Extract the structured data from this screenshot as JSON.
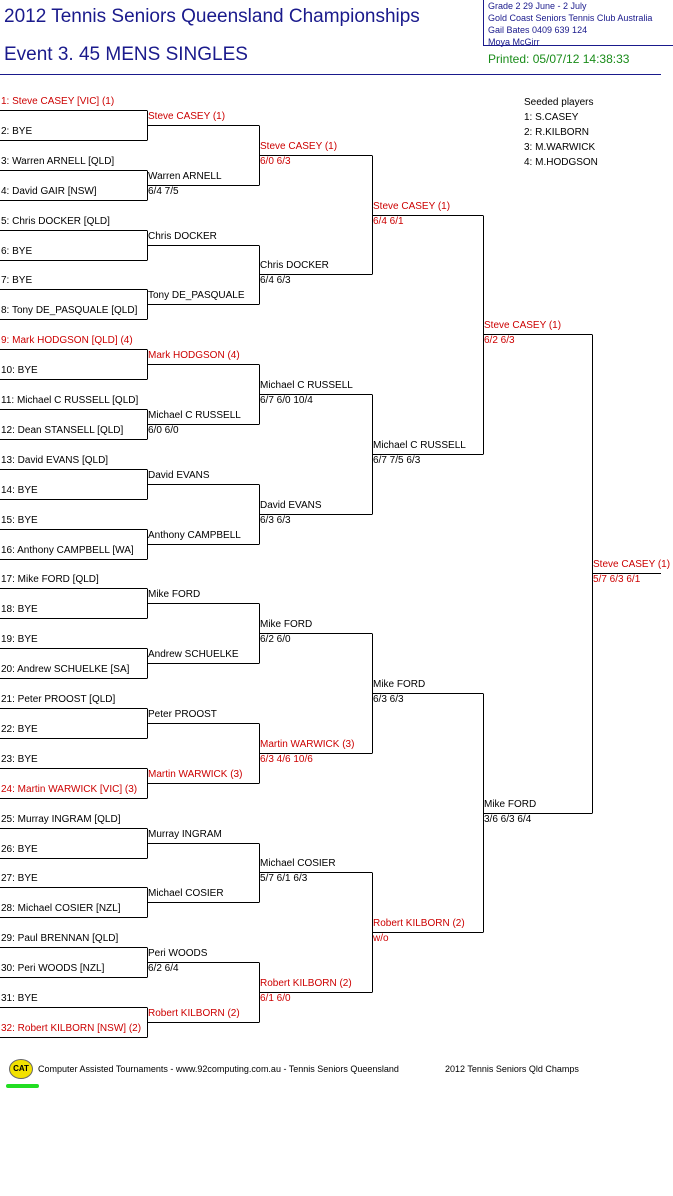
{
  "header": {
    "title": "2012 Tennis Seniors Queensland Championships",
    "event": "Event 3. 45 MENS SINGLES",
    "info": [
      "Grade 2    29 June - 2 July",
      "Gold Coast Seniors Tennis Club    Australia",
      "Gail Bates    0409 639 124",
      "Moya McGirr"
    ],
    "printed": "Printed: 05/07/12 14:38:33"
  },
  "seeded": {
    "title": "Seeded players",
    "items": [
      "1: S.CASEY",
      "2: R.KILBORN",
      "3: M.WARWICK",
      "4: M.HODGSON"
    ]
  },
  "colors": {
    "title": "#1a1a8c",
    "seed": "#cc0000",
    "printed": "#1a8c1a",
    "lines": "#000000"
  },
  "round1": [
    {
      "name": "1: Steve CASEY [VIC] (1)",
      "seed": true
    },
    {
      "name": "2: BYE",
      "seed": false
    },
    {
      "name": "3: Warren ARNELL [QLD]",
      "seed": false
    },
    {
      "name": "4: David GAIR [NSW]",
      "seed": false
    },
    {
      "name": "5: Chris DOCKER [QLD]",
      "seed": false
    },
    {
      "name": "6: BYE",
      "seed": false
    },
    {
      "name": "7: BYE",
      "seed": false
    },
    {
      "name": "8: Tony DE_PASQUALE [QLD]",
      "seed": false
    },
    {
      "name": "9: Mark HODGSON [QLD] (4)",
      "seed": true
    },
    {
      "name": "10: BYE",
      "seed": false
    },
    {
      "name": "11: Michael C RUSSELL [QLD]",
      "seed": false
    },
    {
      "name": "12: Dean STANSELL [QLD]",
      "seed": false
    },
    {
      "name": "13: David EVANS [QLD]",
      "seed": false
    },
    {
      "name": "14: BYE",
      "seed": false
    },
    {
      "name": "15: BYE",
      "seed": false
    },
    {
      "name": "16: Anthony CAMPBELL [WA]",
      "seed": false
    },
    {
      "name": "17: Mike FORD [QLD]",
      "seed": false
    },
    {
      "name": "18: BYE",
      "seed": false
    },
    {
      "name": "19: BYE",
      "seed": false
    },
    {
      "name": "20: Andrew SCHUELKE [SA]",
      "seed": false
    },
    {
      "name": "21: Peter PROOST [QLD]",
      "seed": false
    },
    {
      "name": "22: BYE",
      "seed": false
    },
    {
      "name": "23: BYE",
      "seed": false
    },
    {
      "name": "24: Martin WARWICK [VIC] (3)",
      "seed": true
    },
    {
      "name": "25: Murray INGRAM [QLD]",
      "seed": false
    },
    {
      "name": "26: BYE",
      "seed": false
    },
    {
      "name": "27: BYE",
      "seed": false
    },
    {
      "name": "28: Michael COSIER [NZL]",
      "seed": false
    },
    {
      "name": "29: Paul BRENNAN [QLD]",
      "seed": false
    },
    {
      "name": "30: Peri WOODS [NZL]",
      "seed": false
    },
    {
      "name": "31: BYE",
      "seed": false
    },
    {
      "name": "32: Robert KILBORN [NSW] (2)",
      "seed": true
    }
  ],
  "round2": [
    {
      "name": "Steve CASEY (1)",
      "score": "",
      "seed": true
    },
    {
      "name": "Warren ARNELL",
      "score": "6/4 7/5",
      "seed": false
    },
    {
      "name": "Chris DOCKER",
      "score": "",
      "seed": false
    },
    {
      "name": "Tony DE_PASQUALE",
      "score": "",
      "seed": false
    },
    {
      "name": "Mark HODGSON (4)",
      "score": "",
      "seed": true
    },
    {
      "name": "Michael C RUSSELL",
      "score": "6/0 6/0",
      "seed": false
    },
    {
      "name": "David EVANS",
      "score": "",
      "seed": false
    },
    {
      "name": "Anthony CAMPBELL",
      "score": "",
      "seed": false
    },
    {
      "name": "Mike FORD",
      "score": "",
      "seed": false
    },
    {
      "name": "Andrew SCHUELKE",
      "score": "",
      "seed": false
    },
    {
      "name": "Peter PROOST",
      "score": "",
      "seed": false
    },
    {
      "name": "Martin WARWICK (3)",
      "score": "",
      "seed": true
    },
    {
      "name": "Murray INGRAM",
      "score": "",
      "seed": false
    },
    {
      "name": "Michael COSIER",
      "score": "",
      "seed": false
    },
    {
      "name": "Peri WOODS",
      "score": "6/2 6/4",
      "seed": false
    },
    {
      "name": "Robert KILBORN (2)",
      "score": "",
      "seed": true
    }
  ],
  "round3": [
    {
      "name": "Steve CASEY (1)",
      "score": "6/0 6/3",
      "seed": true
    },
    {
      "name": "Chris DOCKER",
      "score": "6/4 6/3",
      "seed": false
    },
    {
      "name": "Michael C RUSSELL",
      "score": "6/7 6/0 10/4",
      "seed": false
    },
    {
      "name": "David EVANS",
      "score": "6/3 6/3",
      "seed": false
    },
    {
      "name": "Mike FORD",
      "score": "6/2 6/0",
      "seed": false
    },
    {
      "name": "Martin WARWICK (3)",
      "score": "6/3 4/6 10/6",
      "seed": true
    },
    {
      "name": "Michael COSIER",
      "score": "5/7 6/1 6/3",
      "seed": false
    },
    {
      "name": "Robert KILBORN (2)",
      "score": "6/1 6/0",
      "seed": true
    }
  ],
  "round4": [
    {
      "name": "Steve CASEY (1)",
      "score": "6/4 6/1",
      "seed": true
    },
    {
      "name": "Michael C RUSSELL",
      "score": "6/7 7/5 6/3",
      "seed": false
    },
    {
      "name": "Mike FORD",
      "score": "6/3 6/3",
      "seed": false
    },
    {
      "name": "Robert KILBORN (2)",
      "score": "w/o",
      "seed": true
    }
  ],
  "round5": [
    {
      "name": "Steve CASEY (1)",
      "score": "6/2 6/3",
      "seed": true
    },
    {
      "name": "Mike FORD",
      "score": "3/6 6/3 6/4",
      "seed": false
    }
  ],
  "round6": [
    {
      "name": "Steve CASEY (1)",
      "score": "5/7 6/3 6/1",
      "seed": true
    }
  ],
  "footer": {
    "logo": "CAT",
    "credit": "Computer Assisted Tournaments - www.92computing.com.au  -  Tennis Seniors Queensland",
    "event": "2012 Tennis Seniors Qld Champs"
  }
}
